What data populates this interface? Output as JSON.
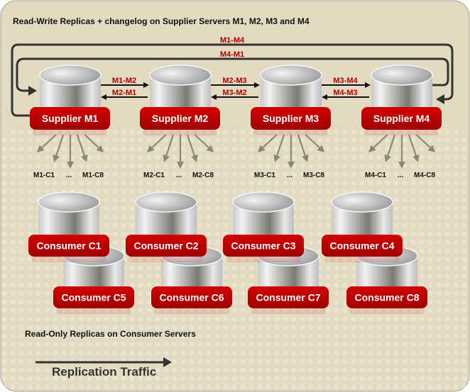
{
  "title": "Read-Write Replicas + changelog on Supplier Servers M1, M2, M3 and M4",
  "suppliers": [
    {
      "label": "Supplier M1",
      "fan_labels": [
        "M1-C1",
        "...",
        "M1-C8"
      ]
    },
    {
      "label": "Supplier M2",
      "fan_labels": [
        "M2-C1",
        "...",
        "M2-C8"
      ]
    },
    {
      "label": "Supplier M3",
      "fan_labels": [
        "M3-C1",
        "...",
        "M3-C8"
      ]
    },
    {
      "label": "Supplier M4",
      "fan_labels": [
        "M4-C1",
        "...",
        "M4-C8"
      ]
    }
  ],
  "links": [
    {
      "forward": "M1-M2",
      "backward": "M2-M1"
    },
    {
      "forward": "M2-M3",
      "backward": "M3-M2"
    },
    {
      "forward": "M3-M4",
      "backward": "M4-M3"
    }
  ],
  "loops": {
    "outer": "M1-M4",
    "inner": "M4-M1"
  },
  "consumers_row1": [
    "Consumer C1",
    "Consumer C2",
    "Consumer C3",
    "Consumer C4"
  ],
  "consumers_row2": [
    "Consumer C5",
    "Consumer C6",
    "Consumer C7",
    "Consumer C8"
  ],
  "footer_caption": "Read-Only Replicas on Consumer Servers",
  "legend_label": "Replication Traffic",
  "colors": {
    "background": "#e6dec6",
    "label_red": "#c00000",
    "link_text": "#b00000",
    "line": "#333333"
  }
}
